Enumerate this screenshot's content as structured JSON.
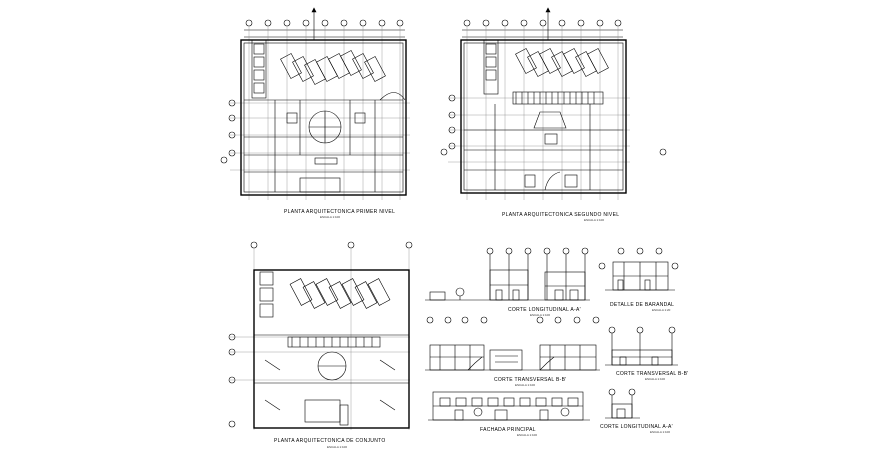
{
  "drawing": {
    "plan_first_level": {
      "title": "PLANTA ARQUITECTONICA PRIMER NIVEL",
      "scale": "ESCALA 1:100"
    },
    "plan_second_level": {
      "title": "PLANTA ARQUITECTONICA SEGUNDO NIVEL",
      "scale": "ESCALA 1:100"
    },
    "plan_roof": {
      "title": "PLANTA ARQUITECTONICA DE CONJUNTO",
      "scale": "ESCALA 1:100"
    },
    "section_longitudinal_1": {
      "title": "CORTE LONGITUDINAL A-A'",
      "scale": "ESCALA 1:100"
    },
    "section_transversal_1": {
      "title": "CORTE TRANSVERSAL B-B'",
      "scale": "ESCALA 1:100"
    },
    "facade_main": {
      "title": "FACHADA PRINCIPAL",
      "scale": "ESCALA 1:100"
    },
    "detail_railing": {
      "title": "DETALLE DE BARANDAL",
      "scale": "ESCALA 1:20"
    },
    "section_transversal_2": {
      "title": "CORTE TRANSVERSAL B-B'",
      "scale": "ESCALA 1:100"
    },
    "section_longitudinal_2": {
      "title": "CORTE LONGITUDINAL A-A'",
      "scale": "ESCALA 1:100"
    }
  }
}
